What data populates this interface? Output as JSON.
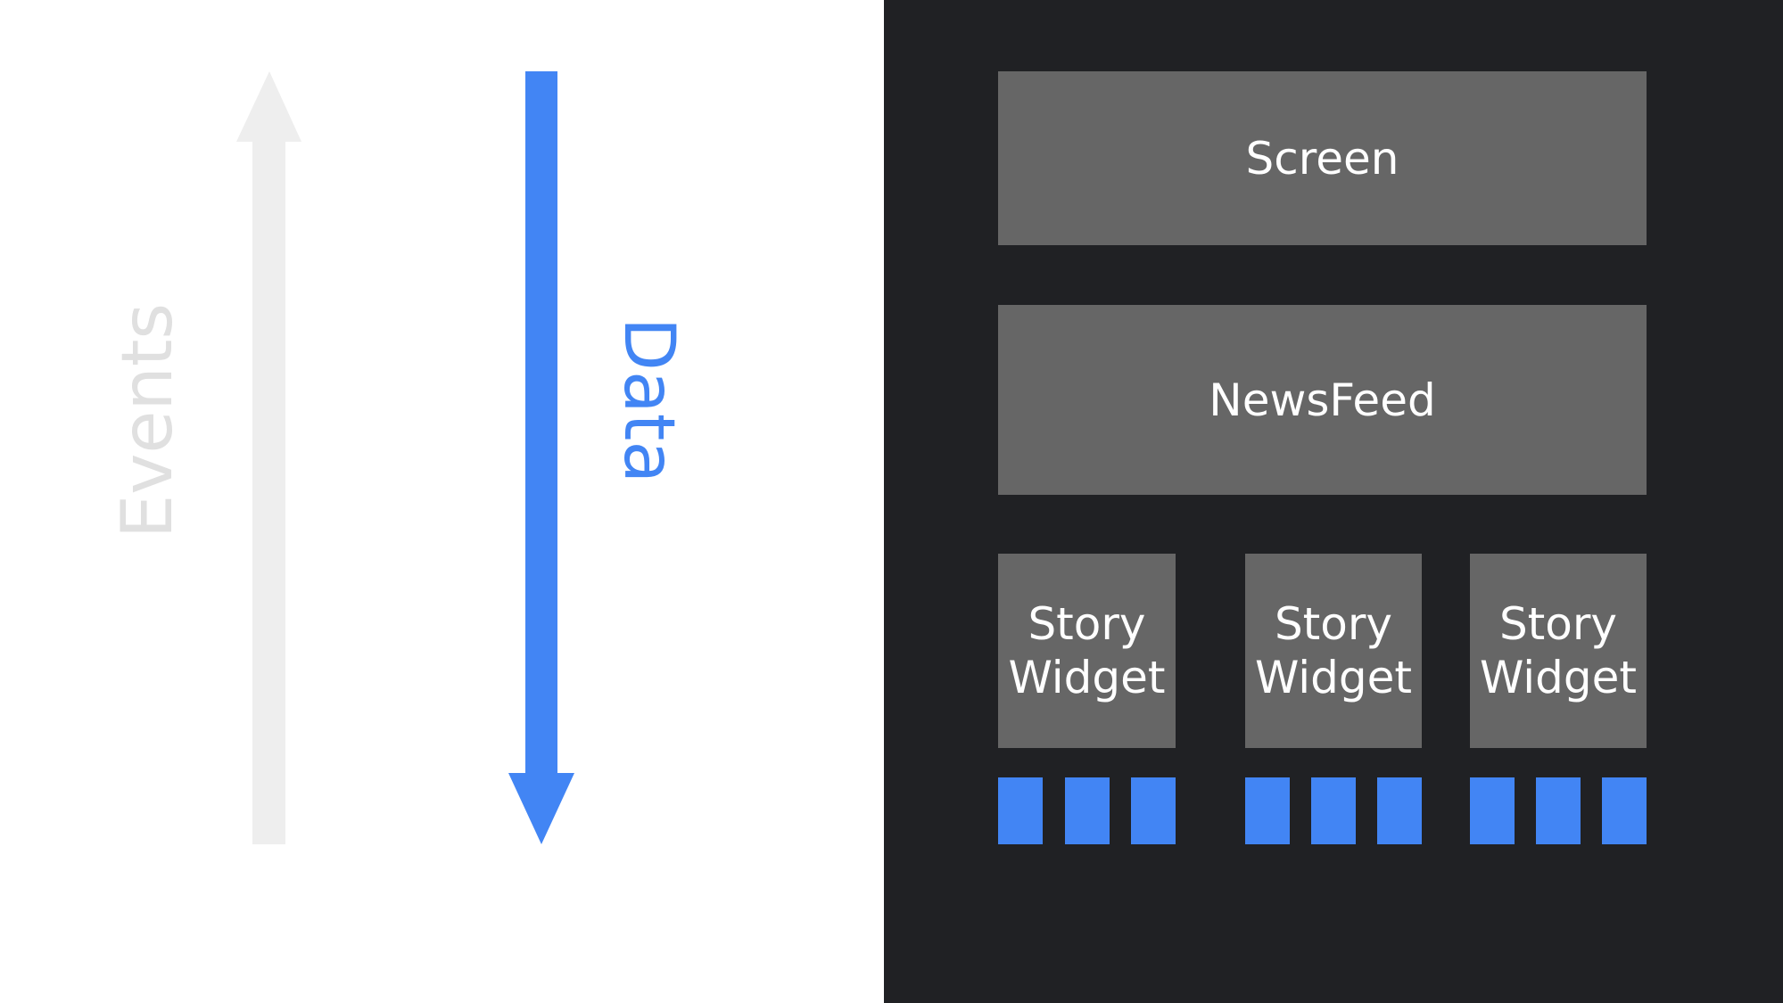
{
  "arrows": {
    "events": {
      "label": "Events",
      "direction": "up",
      "color": "#eeeeee",
      "text_color": "#e0e0e0"
    },
    "data": {
      "label": "Data",
      "direction": "down",
      "color": "#4285f4",
      "text_color": "#4285f4"
    }
  },
  "hierarchy": {
    "screen": "Screen",
    "newsfeed": "NewsFeed",
    "widgets": [
      {
        "line1": "Story",
        "line2": "Widget"
      },
      {
        "line1": "Story",
        "line2": "Widget"
      },
      {
        "line1": "Story",
        "line2": "Widget"
      }
    ],
    "leaf_color": "#4285f4",
    "box_color": "#666666",
    "background": "#202124"
  }
}
